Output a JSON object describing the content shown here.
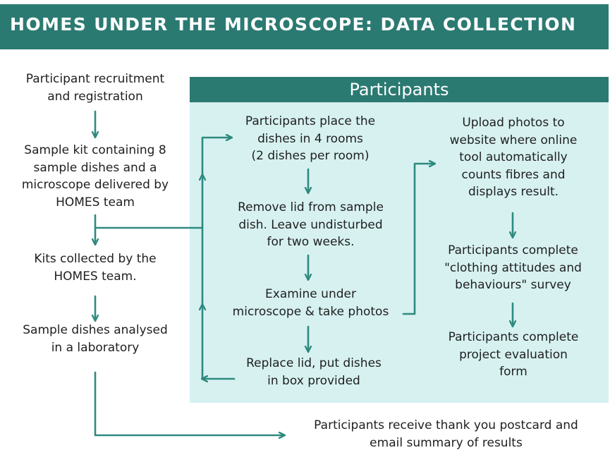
{
  "title": "HOMES UNDER THE MICROSCOPE: DATA COLLECTION",
  "panel_title": "Participants",
  "left_steps": [
    [
      "Participant recruitment",
      "and registration"
    ],
    [
      "Sample kit containing 8",
      "sample dishes and a",
      "microscope delivered by",
      "HOMES team"
    ],
    [
      "Kits collected by the",
      "HOMES team."
    ],
    [
      "Sample dishes analysed",
      "in a laboratory"
    ]
  ],
  "middle_steps": [
    [
      "Participants place the",
      "dishes in 4 rooms",
      "(2 dishes per room)"
    ],
    [
      "Remove lid from sample",
      "dish. Leave undisturbed",
      "for two weeks."
    ],
    [
      "Examine under",
      "microscope & take photos"
    ],
    [
      "Replace lid, put dishes",
      "in box provided"
    ]
  ],
  "right_steps": [
    [
      "Upload photos to",
      "website where  online",
      "tool automatically",
      "counts fibres and",
      "displays result."
    ],
    [
      "Participants complete",
      "\"clothing attitudes and",
      "behaviours\" survey"
    ],
    [
      "Participants complete",
      "project evaluation",
      "form"
    ]
  ],
  "final_step": [
    "Participants receive thank you postcard and",
    "email summary of results"
  ],
  "colors": {
    "accent": "#2b7a72",
    "panel_fill": "#d7f1f1",
    "arrow": "#2e8a7f",
    "text": "#1f1f1f"
  }
}
